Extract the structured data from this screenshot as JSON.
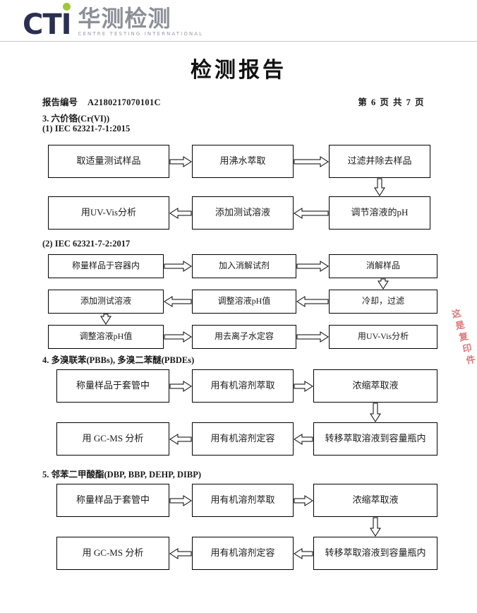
{
  "logo": {
    "mark": "CTI",
    "cn_name": "华测检测",
    "en_name": "CENTRE TESTING INTERNATIONAL",
    "mark_color": "#2b2f52",
    "dot_color": "#9cc93b",
    "cn_color": "#8d8f97"
  },
  "title": "检测报告",
  "meta": {
    "report_no_label": "报告编号",
    "report_no_value": "A2180217070101C",
    "page_info": "第 6 页  共 7 页"
  },
  "watermark": {
    "color": "#d24b4b",
    "lines": [
      "这",
      "是",
      "复",
      "印",
      "件"
    ]
  },
  "sections": [
    {
      "heading": "3. 六价铬(Cr(VI))",
      "subsections": [
        {
          "title": "(1) IEC 62321-7-1:2015",
          "rows": [
            {
              "direction": "ltr",
              "steps": [
                "取适量测试样品",
                "用沸水萃取",
                "过滤并除去样品"
              ]
            },
            {
              "direction": "rtl",
              "steps": [
                "调节溶液的pH",
                "添加测试溶液",
                "用UV-Vis分析"
              ]
            }
          ]
        },
        {
          "title": "(2) IEC 62321-7-2:2017",
          "rows": [
            {
              "direction": "ltr",
              "steps": [
                "称量样品于容器内",
                "加入消解试剂",
                "消解样品"
              ]
            },
            {
              "direction": "rtl",
              "steps": [
                "冷却，过滤",
                "调整溶液pH值",
                "添加测试溶液"
              ]
            },
            {
              "direction": "ltr",
              "steps": [
                "调整溶液pH值",
                "用去离子水定容",
                "用UV-Vis分析"
              ]
            }
          ]
        }
      ]
    },
    {
      "heading": "4. 多溴联苯(PBBs), 多溴二苯醚(PBDEs)",
      "subsections": [
        {
          "title": "",
          "rows": [
            {
              "direction": "ltr",
              "steps": [
                "称量样品于套管中",
                "用有机溶剂萃取",
                "浓缩萃取液"
              ]
            },
            {
              "direction": "rtl",
              "steps": [
                "转移萃取溶液到容量瓶内",
                "用有机溶剂定容",
                "用 GC-MS 分析"
              ]
            }
          ]
        }
      ]
    },
    {
      "heading": "5. 邻苯二甲酸酯(DBP, BBP, DEHP, DIBP)",
      "subsections": [
        {
          "title": "",
          "rows": [
            {
              "direction": "ltr",
              "steps": [
                "称量样品于套管中",
                "用有机溶剂萃取",
                "浓缩萃取液"
              ]
            },
            {
              "direction": "rtl",
              "steps": [
                "转移萃取溶液到容量瓶内",
                "用有机溶剂定容",
                "用 GC-MS 分析"
              ]
            }
          ]
        }
      ]
    }
  ]
}
